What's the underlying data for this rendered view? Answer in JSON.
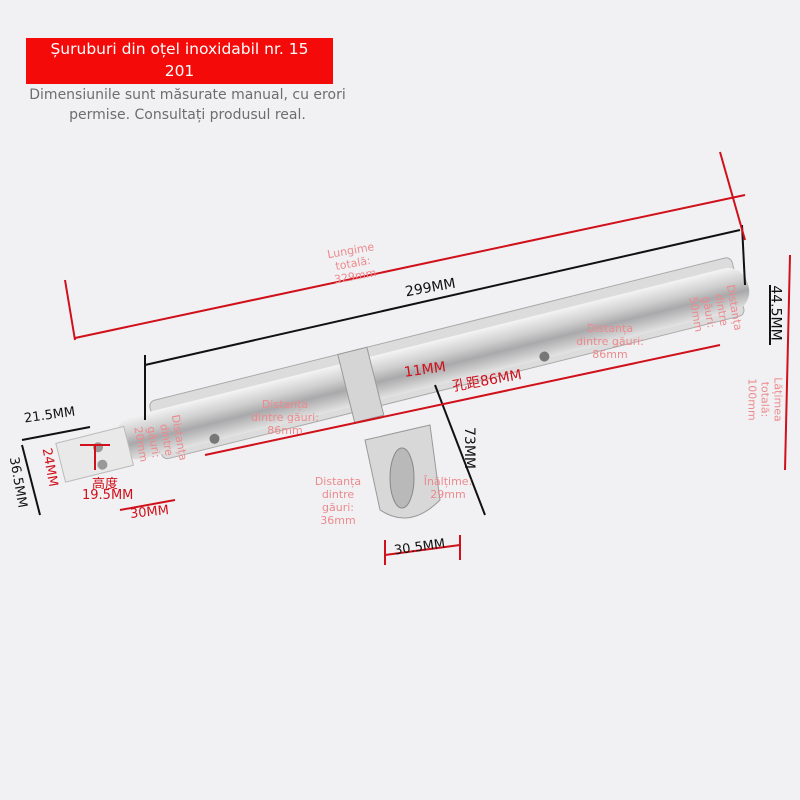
{
  "banner": {
    "line1": "Șuruburi din oțel inoxidabil nr. 15",
    "line2": "201"
  },
  "note": {
    "line1": "Dimensiunile sunt măsurate manual, cu erori",
    "line2": "permise. Consultați produsul real."
  },
  "colors": {
    "banner": "#f50a0a",
    "dimension_red": "#d0101a",
    "overlay_pink": "#ec8a8e",
    "background": "#f1f1f3"
  },
  "dimensions": {
    "length_299": "299MM",
    "height_44_5": "44.5MM",
    "offset_11": "11MM",
    "hole_spacing_86": "孔距86MM",
    "height_73": "73MM",
    "width_21_5": "21.5MM",
    "height_36_5": "36.5MM",
    "height_24": "24MM",
    "height_label_cn": "高度",
    "height_19_5": "19.5MM",
    "width_30": "30MM",
    "width_30_5": "30.5MM"
  },
  "overlays": {
    "total_length": "Lungime totală: 329mm",
    "total_width": "Lățimea totală: 100mm",
    "hole_dist_50": "Distanța dintre găuri: 50mm",
    "hole_dist_86_right": "Distanța dintre găuri: 86mm",
    "hole_dist_86_left": "Distanța dintre găuri: 86mm",
    "hole_dist_20": "Distanța dintre găuri: 20mm",
    "hole_dist_36": "Distanța dintre găuri: 36mm",
    "height_29": "Înălțime: 29mm"
  }
}
